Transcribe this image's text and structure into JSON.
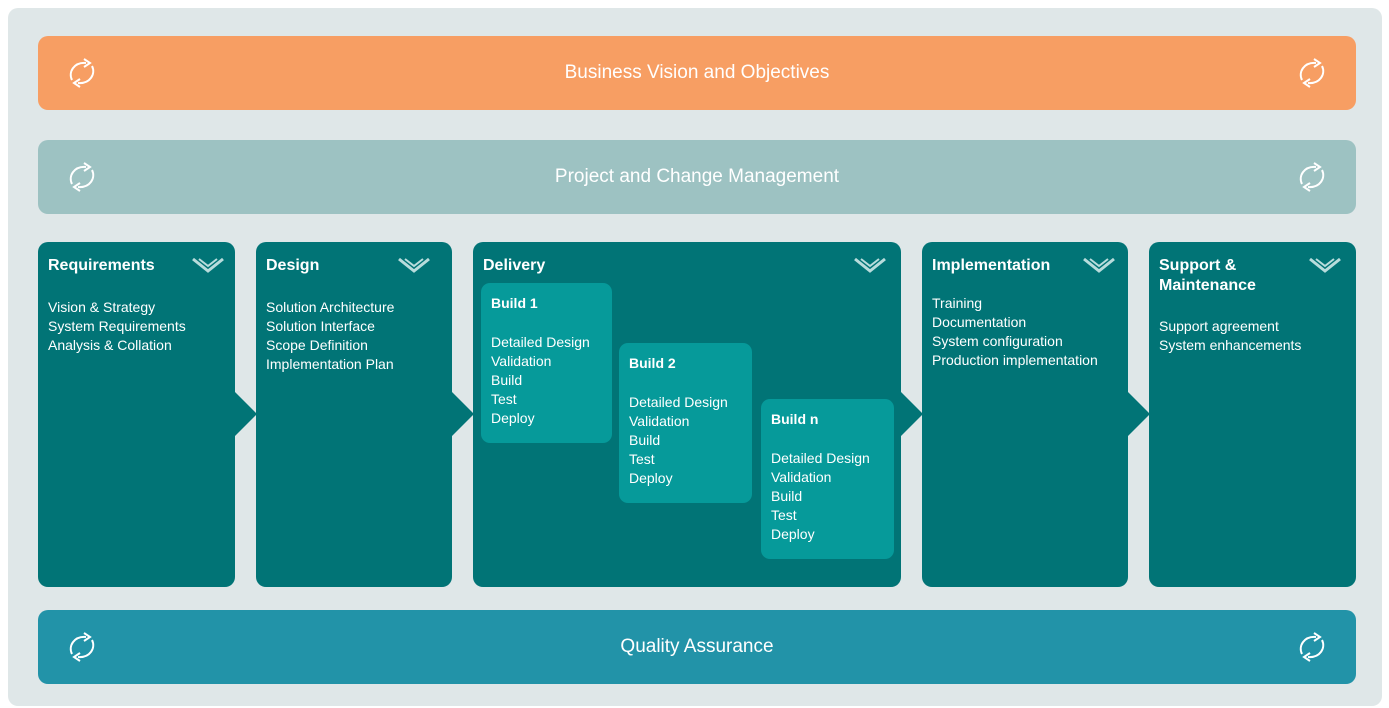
{
  "bars": {
    "vision": "Business Vision and Objectives",
    "pcm": "Project and Change Management",
    "qa": "Quality Assurance"
  },
  "phases": [
    {
      "title": "Requirements",
      "items": [
        "Vision & Strategy",
        "System Requirements",
        "Analysis & Collation"
      ]
    },
    {
      "title": "Design",
      "items": [
        "Solution Architecture",
        "Solution Interface",
        "Scope Definition",
        "Implementation Plan"
      ]
    },
    {
      "title": "Delivery",
      "items": []
    },
    {
      "title": "Implementation",
      "items": [
        "Training",
        "Documentation",
        "System configuration",
        "Production implementation"
      ]
    },
    {
      "title_line1": "Support &",
      "title_line2": "Maintenance",
      "items": [
        "Support agreement",
        "System enhancements"
      ]
    }
  ],
  "builds": [
    {
      "title": "Build 1",
      "items": [
        "Detailed Design",
        "Validation",
        "Build",
        "Test",
        "Deploy"
      ]
    },
    {
      "title": "Build 2",
      "items": [
        "Detailed Design",
        "Validation",
        "Build",
        "Test",
        "Deploy"
      ]
    },
    {
      "title": "Build n",
      "items": [
        "Detailed Design",
        "Validation",
        "Build",
        "Test",
        "Deploy"
      ]
    }
  ],
  "colors": {
    "vision": "#f79e63",
    "pcm": "#9dc2c2",
    "qa": "#2293a8",
    "phase": "#017476",
    "build": "#069a9a",
    "background": "#dfe7e8"
  },
  "icons": {
    "bar": "cycle-arrows-icon",
    "phase": "chevron-down-icon"
  }
}
